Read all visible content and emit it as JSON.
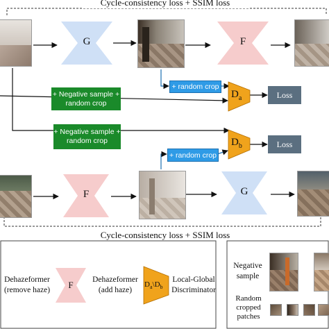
{
  "top_caption": "Cycle-consistency loss + SSIM loss",
  "bottom_caption": "Cycle-consistency loss + SSIM loss",
  "row1": {
    "gen1_label": "G",
    "gen2_label": "F",
    "crop_label": "+ random crop"
  },
  "row2": {
    "gen1_label": "F",
    "gen2_label": "G",
    "crop_label": "+ random crop"
  },
  "neg_box1": {
    "line1": "+ Negative sample +",
    "line2": "random crop"
  },
  "neg_box2": {
    "line1": "+ Negative sample +",
    "line2": "random crop"
  },
  "disc_a": {
    "main": "D",
    "sub": "a"
  },
  "disc_b": {
    "main": "D",
    "sub": "b"
  },
  "loss_a": "Loss",
  "loss_b": "Loss",
  "legend": {
    "remove_haze": "Dehazeformer\n(remove haze)",
    "add_label": "F",
    "add_haze": "Dehazeformer\n(add haze)",
    "disc_main": "D",
    "disc_sub_a": "a",
    "disc_sep": "\\",
    "disc_sub_b": "b",
    "disc_text": "Local-Global\nDiscriminator",
    "negative_sample": "Negative\nsample",
    "random_patches": "Random\ncropped\npatches"
  },
  "colors": {
    "generator_blue": "#cfe0f6",
    "generator_pink": "#f6cccc",
    "green_box": "#1a8a2a",
    "blue_box": "#2f9be6",
    "disc_orange": "#f0a31c",
    "loss_gray": "#5b6f80"
  }
}
